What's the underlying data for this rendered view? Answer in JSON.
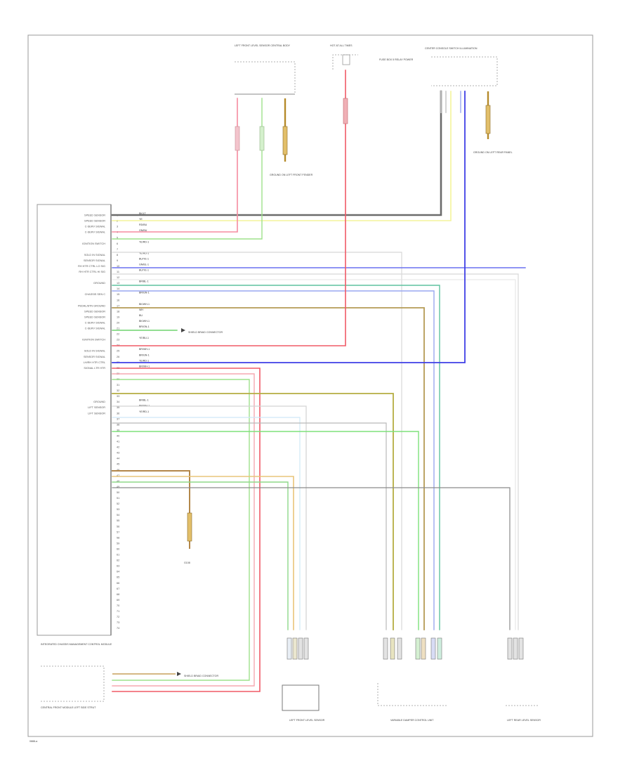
{
  "diagram": {
    "footer_code": "0888-a",
    "ecu_pin_labels": [
      "SPEED SENSOR",
      "SPEED SENSOR",
      "C-SERV SIGNAL",
      "C-SERV SIGNAL",
      "",
      "IGNITION SWITCH",
      "",
      "SOLD IN SIGNAL",
      "SENSOR SIGNAL",
      "RH HTR CTRL LO SIG",
      "RH HTR CTRL HI SIG",
      "",
      "GROUND",
      "",
      "CHASSIS SEN C",
      "",
      "PEDAL/BTN GROUND",
      "SPEED SENSOR",
      "SPEED SENSOR",
      "C-SERV SIGNAL",
      "C-SERV SIGNAL",
      "",
      "IGNITION SWITCH",
      "",
      "SOLD IN SIGNAL",
      "SENSOR SIGNAL",
      "LH/RH HTR CTRL",
      "SIGNAL LTR HTR",
      "",
      "",
      "",
      "",
      "",
      "GROUND",
      "LIFT SENSOR",
      "LIFT SENSOR"
    ],
    "wire_codes": [
      "BK/LT",
      "YE",
      "RD/BU",
      "GN/BU",
      "",
      "YE/RD-1",
      "",
      "YE/RD-1",
      "BU/YE-1",
      "GN/BL-1",
      "BU/YE-1",
      "",
      "BR/BL-1",
      "",
      "BR/GN-1",
      "",
      "BK/WH-1",
      "WH",
      "BU",
      "BK/WH-1",
      "BR/GN-1",
      "",
      "YE/BU-1",
      "",
      "BR/WH-1",
      "BR/GN-1",
      "YE/RD-1",
      "BR/WH-1",
      "",
      "",
      "",
      "",
      "",
      "BR/BL-1",
      "BR/WH-1",
      "YE/RD-1"
    ],
    "top_components": {
      "left": "LEFT FRONT LEVEL SENSOR CENTRAL BODY",
      "fuse": "HOT AT ALL TIMES",
      "fuse_note": "FUSE BOX 5 RELAY POWER",
      "right": "CENTER CONSOLE SWITCH ILLUMINATION"
    },
    "grounds": {
      "left": "GROUND ON LEFT FRONT FENDER",
      "right": "GROUND ON LEFT REAR PANEL",
      "bottom": "G108"
    },
    "bottom_components": {
      "ecu_title": "INTEGRATED CHASSIS MANAGEMENT CONTROL MODULE",
      "ecu_small": "CENTRAL FRONT MODULE LEFT SIDE STRUT",
      "left_sensor": "LEFT FRONT LEVEL SENSOR",
      "center_sensor": "VARIABLE DAMPER CONTROL UNIT",
      "right_sensor": "LEFT REAR LEVEL SENSOR"
    },
    "connector_notes": {
      "upper": "SHIELD BRAID CONNECTOR",
      "lower": "SHIELD BRAID CONNECTOR"
    }
  }
}
